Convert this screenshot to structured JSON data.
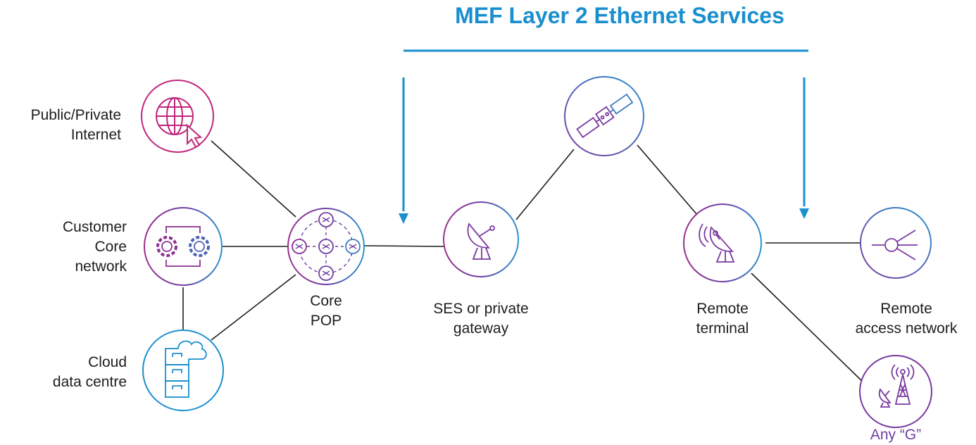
{
  "title": "MEF Layer 2 Ethernet Services",
  "nodes": {
    "public_internet": {
      "label": [
        "Public/Private",
        "Internet"
      ],
      "icon": "globe-cursor-icon"
    },
    "customer_core": {
      "label": [
        "Customer",
        "Core",
        "network"
      ],
      "icon": "gears-icon"
    },
    "cloud_dc": {
      "label": [
        "Cloud",
        "data centre"
      ],
      "icon": "cloud-server-icon"
    },
    "core_pop": {
      "label": [
        "Core",
        "POP"
      ],
      "icon": "routers-icon"
    },
    "ses_gateway": {
      "label": [
        "SES or private",
        "gateway"
      ],
      "icon": "satellite-dish-icon"
    },
    "satellite": {
      "label": [],
      "icon": "satellite-icon"
    },
    "remote_terminal": {
      "label": [
        "Remote",
        "terminal"
      ],
      "icon": "terminal-dish-icon"
    },
    "remote_access": {
      "label": [
        "Remote",
        "access network"
      ],
      "icon": "access-node-icon"
    },
    "any_g": {
      "label": [
        "Any “G”"
      ],
      "icon": "cell-tower-icon"
    }
  },
  "colors": {
    "accent_blue": "#1a8fcf",
    "purple": "#6e3fa3",
    "magenta": "#c0267a",
    "line": "#1d1d1d"
  }
}
